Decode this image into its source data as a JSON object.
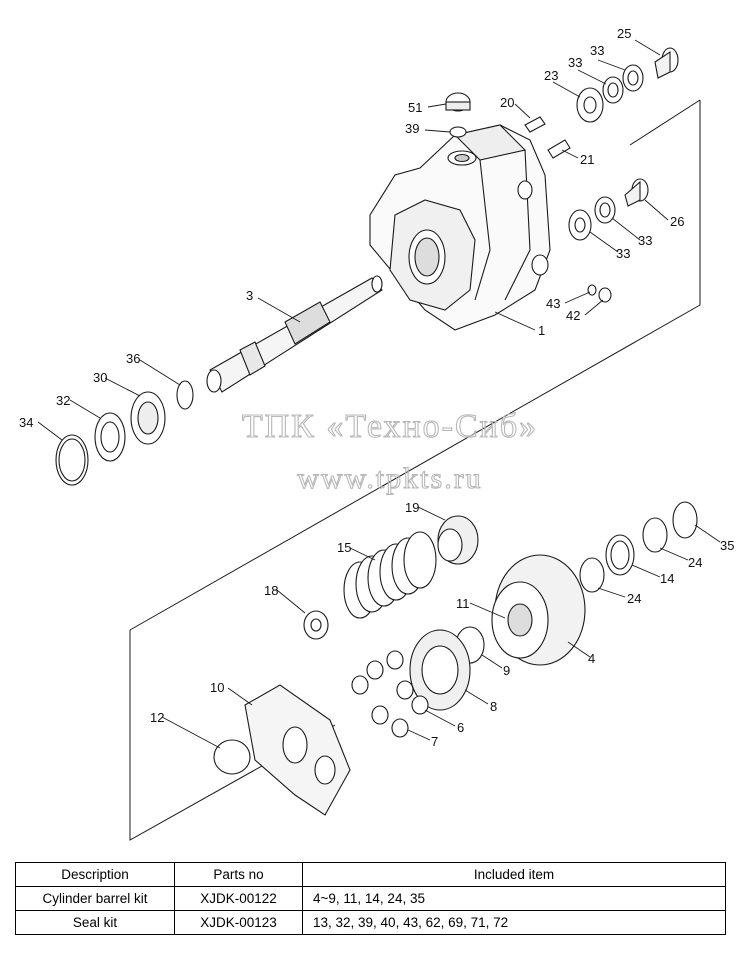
{
  "watermark": {
    "line1": "ТПК «Техно-Сиб»",
    "line2": "www.tpkts.ru"
  },
  "callouts": [
    "25",
    "33",
    "33",
    "23",
    "51",
    "20",
    "39",
    "21",
    "26",
    "33",
    "33",
    "43",
    "42",
    "1",
    "3",
    "36",
    "30",
    "32",
    "34",
    "19",
    "35",
    "15",
    "24",
    "24",
    "14",
    "18",
    "11",
    "4",
    "9",
    "8",
    "10",
    "12",
    "6",
    "7"
  ],
  "table": {
    "headers": [
      "Description",
      "Parts no",
      "Included item"
    ],
    "rows": [
      [
        "Cylinder barrel kit",
        "XJDK-00122",
        "4~9, 11, 14, 24, 35"
      ],
      [
        "Seal kit",
        "XJDK-00123",
        "13, 32, 39, 40, 43, 62, 69, 71, 72"
      ]
    ]
  }
}
